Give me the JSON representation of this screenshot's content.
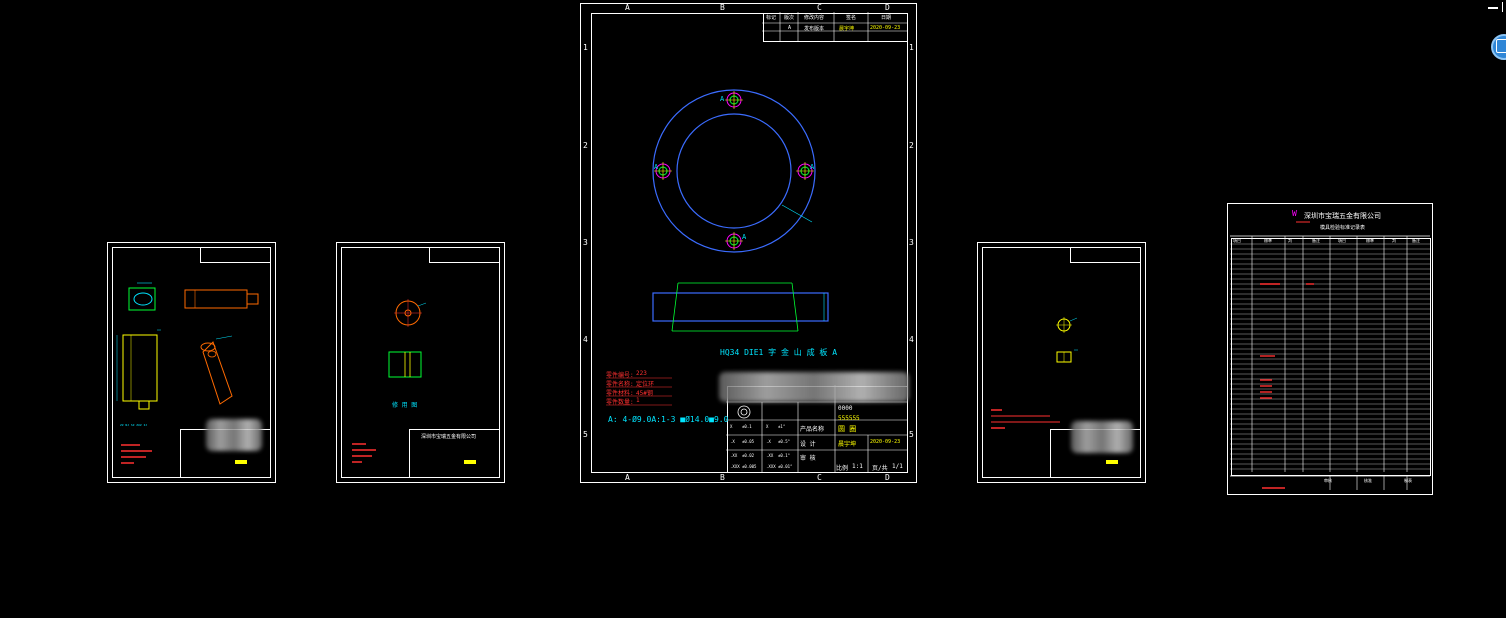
{
  "window": {
    "minimize_label": "",
    "side_button": "cloud-sync-icon"
  },
  "colors": {
    "background": "#000000",
    "frame": "#ffffff",
    "circle": "#3b6cff",
    "magenta": "#ff00ff",
    "yellow": "#ffff00",
    "green": "#00ff33",
    "cyan": "#00e5ff",
    "red": "#ff3030",
    "orange": "#ff6a00"
  },
  "main_sheet": {
    "col_markers": [
      "A",
      "B",
      "C",
      "D"
    ],
    "row_markers": [
      "1",
      "2",
      "3",
      "4",
      "5"
    ],
    "revision_header": [
      "标记",
      "版次",
      "修改内容",
      "签名",
      "日期"
    ],
    "revision_row": [
      "",
      "A",
      "发布版本",
      "晨宇坤",
      "2020-09-23"
    ],
    "hole_label": "A",
    "part_caption": "HQ34 DIE1 字 金 山 成 板 A",
    "hole_note": "A: 4-Ø9.0A:1-3 ■Ø14.0■9.0",
    "note_lines": [
      {
        "label": "零件编号:",
        "value": "223"
      },
      {
        "label": "零件名称:",
        "value": "定位环"
      },
      {
        "label": "零件材料:",
        "value": "45#钢"
      },
      {
        "label": "零件数量:",
        "value": "1"
      }
    ],
    "title_block": {
      "drawing_no": "0000",
      "product_no": "555555",
      "product_label": "产品名称",
      "product_name": "圆 圈",
      "designer_label": "设 计",
      "designer": "晨宇坤",
      "date": "2020-09-23",
      "check_label": "审 核",
      "scale_label": "比例",
      "scale_value": "1:1",
      "sheet_label": "页/共",
      "sheet_value": "1/1",
      "tolerance_rows": [
        [
          "X",
          "±0.1",
          "X",
          "±1°"
        ],
        [
          ".X",
          "±0.05",
          ".X",
          "±0.5°"
        ],
        [
          ".XX",
          "±0.02",
          ".XX",
          "±0.1°"
        ],
        [
          ".XXX",
          "±0.005",
          ".XXX",
          "±0.01°"
        ]
      ]
    }
  },
  "small_sheets": {
    "company": "深圳市宝瑞五金有限公司",
    "sheet2_caption": "修 用 图",
    "sheet1_note": "ZZ NJ SZ ZUZ IJ"
  },
  "right_sheet": {
    "company": "深圳市宝瑞五金有限公司",
    "form_title": "模具检验标准记录表",
    "header": [
      "項目",
      "標準",
      "判",
      "备注",
      "項目",
      "標準",
      "判",
      "备注"
    ],
    "footer": [
      "审核",
      "核准",
      "制表"
    ]
  }
}
